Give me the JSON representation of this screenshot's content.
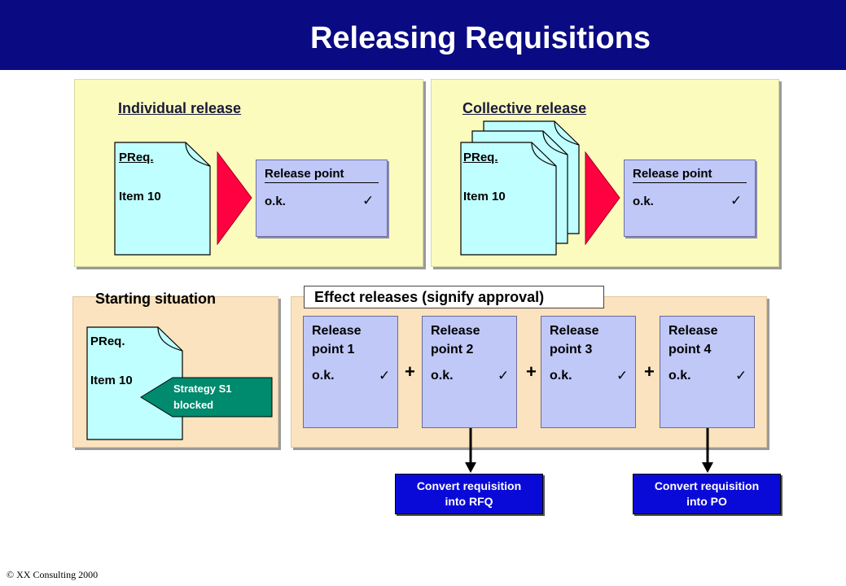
{
  "title": "Releasing Requisitions",
  "individual": {
    "title": "Individual release",
    "doc_title": "PReq.",
    "doc_item": "Item 10",
    "release_label": "Release point",
    "release_ok": "o.k.",
    "check": "✓"
  },
  "collective": {
    "title": "Collective release",
    "doc_title": "PReq.",
    "doc_item": "Item 10",
    "release_label": "Release point",
    "release_ok": "o.k.",
    "check": "✓"
  },
  "starting": {
    "title": "Starting situation",
    "doc_title": "PReq.",
    "doc_item": "Item 10",
    "strategy": "Strategy S1\nblocked"
  },
  "effect": {
    "title": "Effect releases (signify approval)",
    "points": [
      {
        "title": "Release\npoint  1",
        "ok": "o.k.",
        "check": "✓"
      },
      {
        "title": "Release\npoint  2",
        "ok": "o.k.",
        "check": "✓"
      },
      {
        "title": "Release\npoint  3",
        "ok": "o.k.",
        "check": "✓"
      },
      {
        "title": "Release\npoint  4",
        "ok": "o.k.",
        "check": "✓"
      }
    ],
    "plus": "+"
  },
  "convert": {
    "rfq": "Convert requisition\ninto RFQ",
    "po": "Convert requisition\ninto PO"
  },
  "colors": {
    "header": "#0a0a82",
    "yellow_panel": "#fbfbbe",
    "tan_panel": "#fae3be",
    "document": "#c0ffff",
    "release_box": "#c0c8f8",
    "arrow_red": "#ff0040",
    "strategy_green": "#008a6e",
    "convert_blue": "#0a0ad8"
  },
  "footer": "© XX Consulting 2000"
}
